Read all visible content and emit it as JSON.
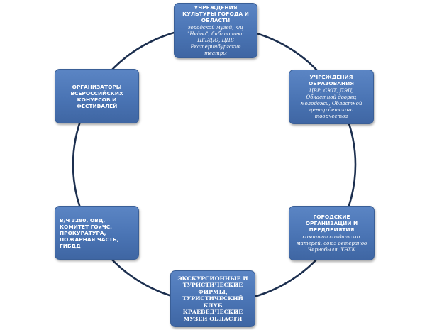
{
  "nodes": [
    {
      "id": "top",
      "title": "УЧРЕЖДЕНИЯ КУЛЬТУРЫ ГОРОДА  И ОБЛАСТИ",
      "detail": "городской музей, к/ц \"Нейва\", библиотеки ЦГБДЮ, ЦПБ Екатеринбургские театры"
    },
    {
      "id": "right",
      "title": "УЧРЕЖДЕНИЯ ОБРАЗОВАНИЯ",
      "detail": "ЦВР, СЮТ, ДЭЦ,   Областной дворец молодежи, Областной центр  детского творчества"
    },
    {
      "id": "bottom-right",
      "title": "ГОРОДСКИЕ ОРГАНИЗАЦИИ И ПРЕДПРИЯТИЯ",
      "detail": "комитет солдатских матерей, союз ветеранов Чернобыля, УЭХК"
    },
    {
      "id": "bottom",
      "title": "ЭКСКУРСИОННЫЕ  И ТУРИСТИЧЕСКИЕ  ФИРМЫ, ТУРИСТИЧЕСКИЙ  КЛУБ КРАЕВЕДЧЕСКИЕ  МУЗЕИ ОБЛАСТИ"
    },
    {
      "id": "bottom-left",
      "title": "В/Ч 3280, ОВД, КОМИТЕТ ГОиЧС, ПРОКУРАТУРА, ПОЖАРНАЯ ЧАСТЬ, ГИБДД"
    },
    {
      "id": "top-left",
      "title": "ОРГАНИЗАТОРЫ ВСЕРОССИЙСКИХ КОНУРСОВ И ФЕСТИВАЛЕЙ"
    }
  ],
  "colors": {
    "node_fill": "#4a74b4",
    "node_border": "#3a5f97",
    "ring": "#1c2f4f",
    "text": "#ffffff"
  }
}
